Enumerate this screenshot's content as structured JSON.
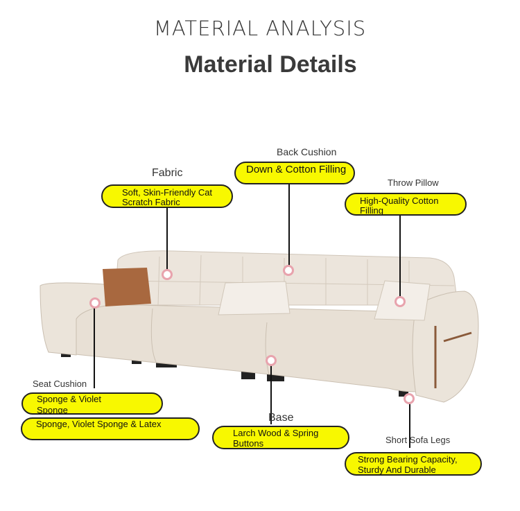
{
  "header": {
    "eyebrow": "MATERIAL ANALYSIS",
    "title": "Material Details"
  },
  "callouts": {
    "back_cushion": {
      "label": "Back Cushion",
      "text": "Down & Cotton Filling"
    },
    "fabric": {
      "label": "Fabric",
      "text": "Soft, Skin-Friendly Cat Scratch Fabric"
    },
    "throw_pillow": {
      "label": "Throw Pillow",
      "text": "High-Quality Cotton Filling"
    },
    "seat_cushion": {
      "label": "Seat Cushion",
      "text1": "Sponge & Violet Sponge",
      "text2": "Sponge, Violet Sponge & Latex"
    },
    "base": {
      "label": "Base",
      "text": "Larch Wood & Spring Buttons"
    },
    "legs": {
      "label": "Short Sofa Legs",
      "text": "Strong Bearing Capacity, Sturdy And Durable"
    }
  },
  "colors": {
    "highlight": "#f8f800",
    "sofa": "#e6ddd2",
    "pillow": "#a8683f"
  }
}
